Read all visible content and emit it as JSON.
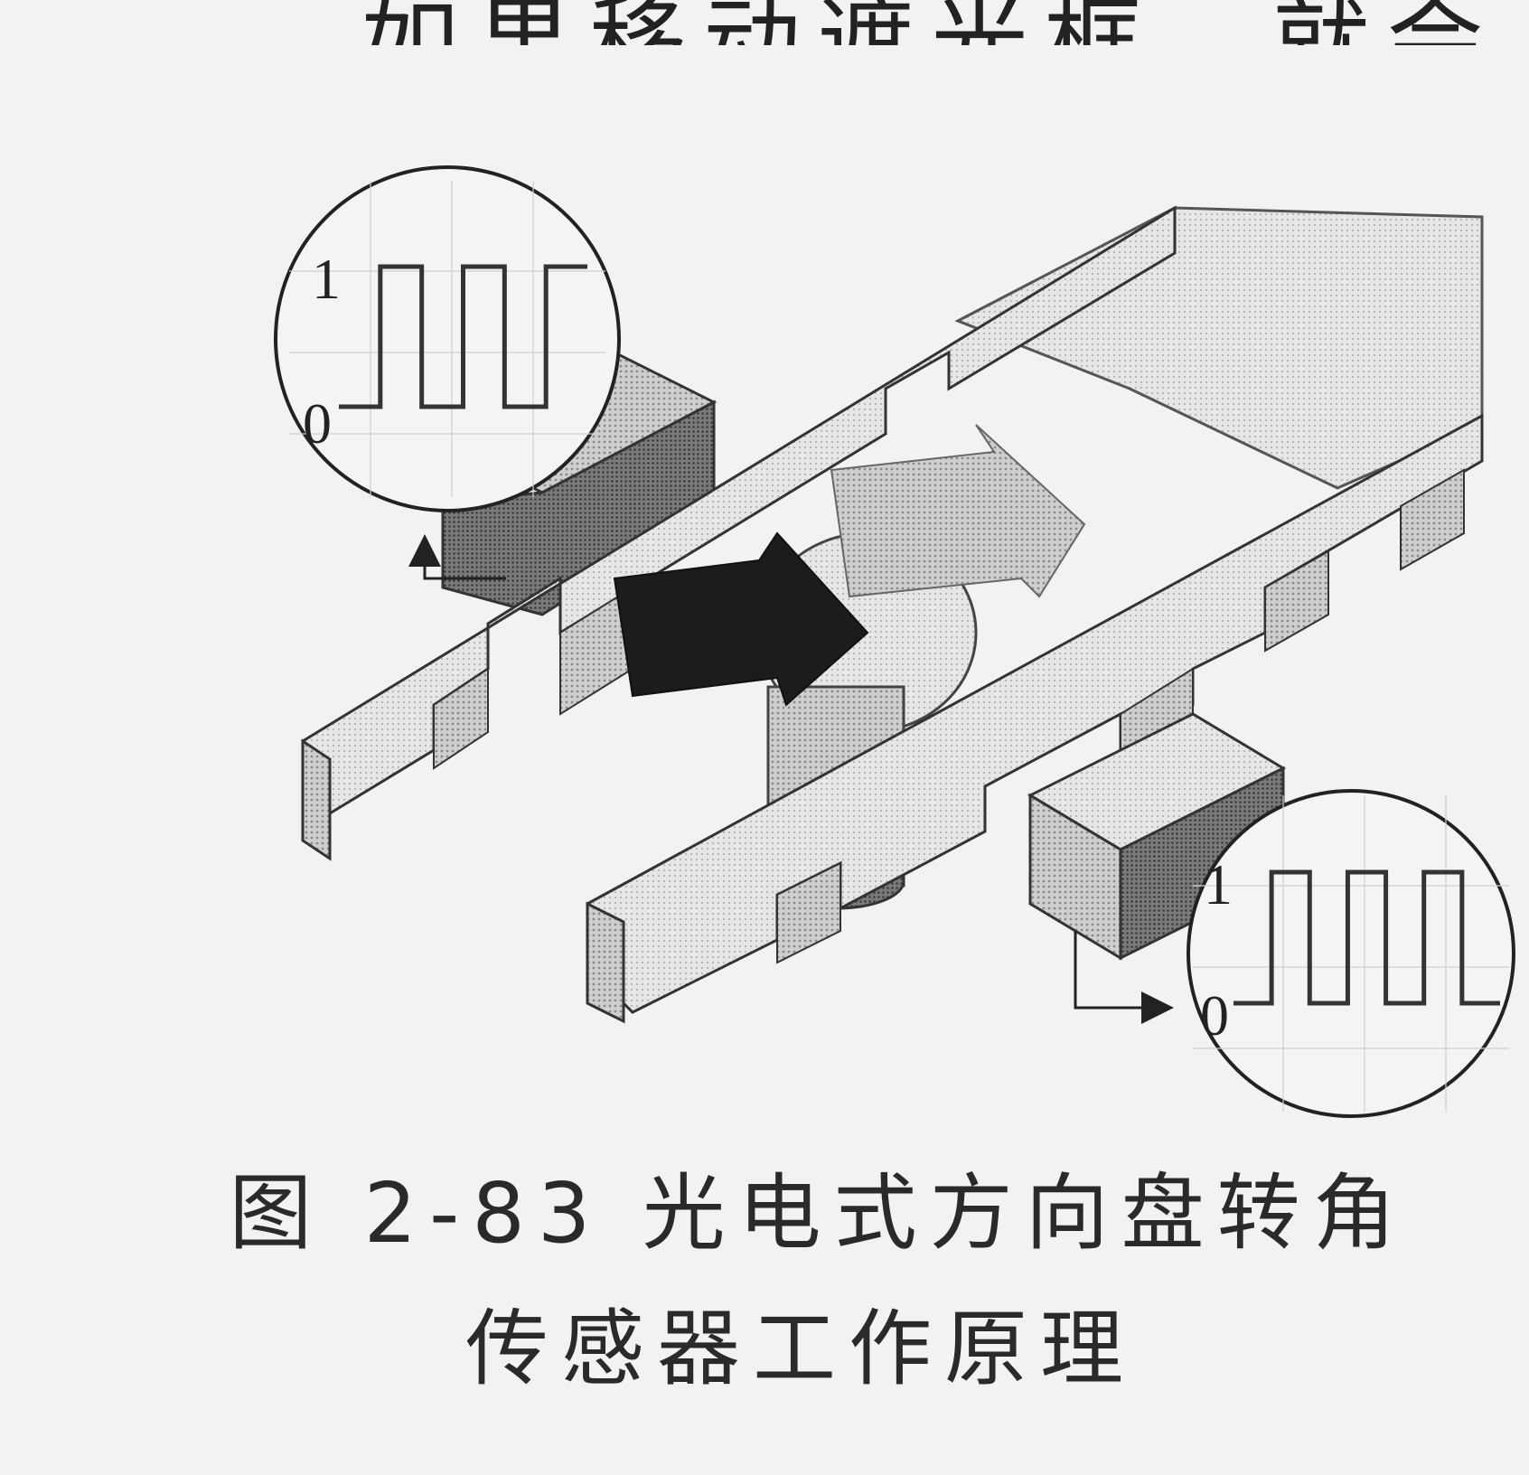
{
  "header_fragment": "如果移动遮光框，就会",
  "signal_top": {
    "high_label": "1",
    "low_label": "0",
    "levels": [
      0,
      1,
      0,
      1,
      0,
      1
    ]
  },
  "signal_bottom": {
    "high_label": "1",
    "low_label": "0",
    "levels": [
      0,
      1,
      0,
      1,
      0,
      1,
      0
    ]
  },
  "caption": {
    "line1": "图 2-83   光电式方向盘转角",
    "line2": "传感器工作原理"
  },
  "colors": {
    "paper": "#f2f2f0",
    "ink": "#222222",
    "rail": "#d8d8d6",
    "block": "#8a8a88",
    "arrow_dark": "#1c1c1c",
    "arrow_light": "#9a9a98"
  }
}
